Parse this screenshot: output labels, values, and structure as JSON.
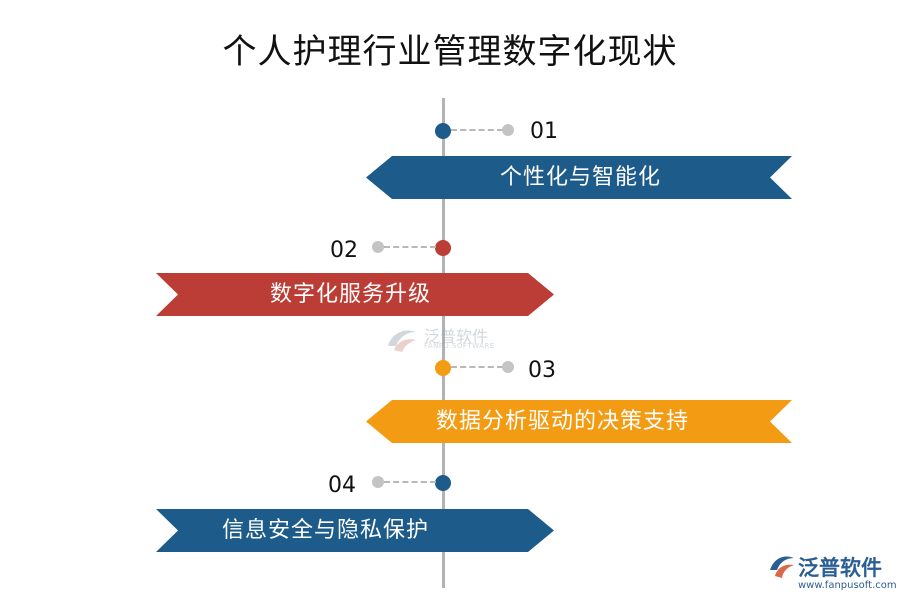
{
  "title": "个人护理行业管理数字化现状",
  "colors": {
    "blue": "#1d5b8a",
    "red": "#bb3d36",
    "orange": "#f39b13",
    "axis": "#b3b3b3",
    "marker": "#c4c4c4"
  },
  "items": [
    {
      "num": "01",
      "label": "个性化与智能化"
    },
    {
      "num": "02",
      "label": "数字化服务升级"
    },
    {
      "num": "03",
      "label": "数据分析驱动的决策支持"
    },
    {
      "num": "04",
      "label": "信息安全与隐私保护"
    }
  ],
  "watermark": {
    "name": "泛普软件",
    "sub": "FANPU SOFTWARE",
    "icon": "fanpu-logo-icon"
  },
  "logo": {
    "name": "泛普软件",
    "url": "www.fanpusoft.com",
    "icon": "fanpu-logo-icon"
  }
}
